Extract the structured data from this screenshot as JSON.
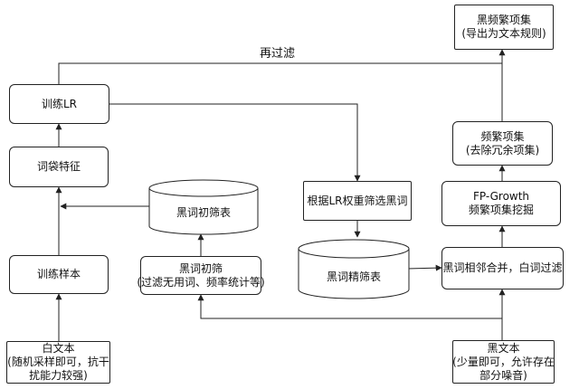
{
  "nodes": {
    "white_text": {
      "line1": "白文本",
      "line2": "(随机采样即可，抗干",
      "line3": "扰能力较强)"
    },
    "train_sample": {
      "label": "训练样本"
    },
    "bow_feature": {
      "label": "词袋特征"
    },
    "train_lr": {
      "label": "训练LR"
    },
    "black_db1": {
      "label": "黑词初筛表"
    },
    "black_prefilter": {
      "line1": "黑词初筛",
      "line2": "(过滤无用词、频率统计等)"
    },
    "lr_select": {
      "label": "根据LR权重筛选黑词"
    },
    "black_db2": {
      "label": "黑词精筛表"
    },
    "merge": {
      "label": "黑词相邻合并，白词过滤"
    },
    "fpgrowth": {
      "line1": "FP-Growth",
      "line2": "频繁项集挖掘"
    },
    "freq_itemset": {
      "line1": "频繁项集",
      "line2": "(去除冗余项集)"
    },
    "black_freq": {
      "line1": "黑频繁项集",
      "line2": "(导出为文本规则)"
    },
    "black_text": {
      "line1": "黑文本",
      "line2": "(少量即可，允许存在",
      "line3": "部分噪音)"
    }
  },
  "edges": {
    "refilter_label": "再过滤"
  },
  "colors": {
    "stroke": "#222222",
    "fill": "#ffffff"
  }
}
